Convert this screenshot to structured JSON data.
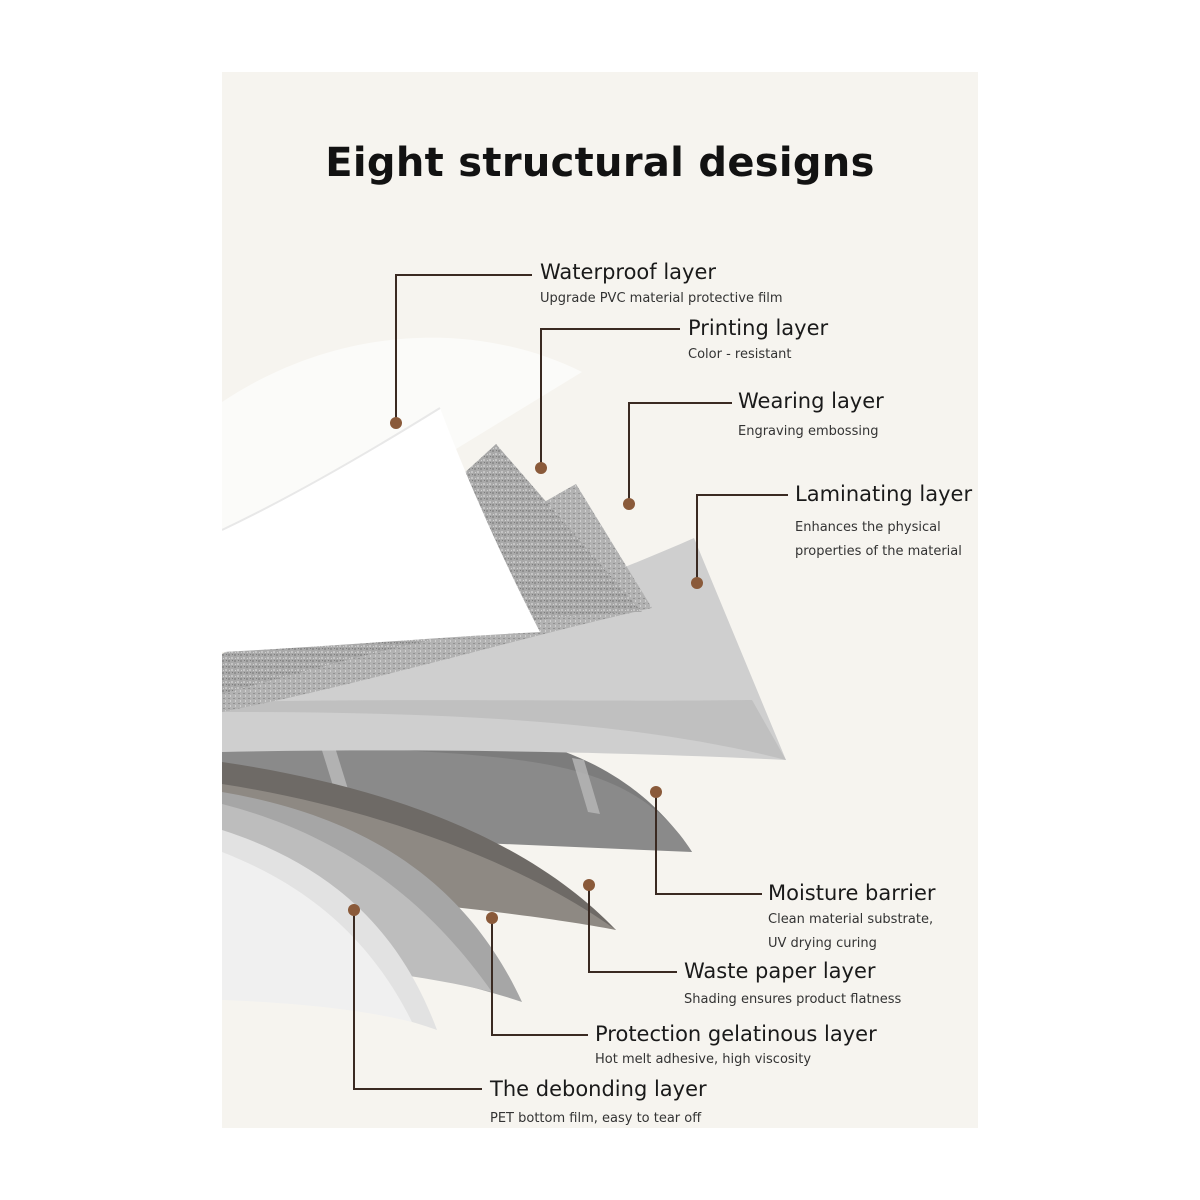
{
  "title": "Eight structural designs",
  "colors": {
    "background": "#f6f4ef",
    "leader_line": "#3a2a22",
    "marker": "#8a5a3a"
  },
  "layers": [
    {
      "name": "Waterproof layer",
      "description": [
        "Upgrade PVC material protective film"
      ]
    },
    {
      "name": "Printing layer",
      "description": [
        "Color - resistant"
      ]
    },
    {
      "name": "Wearing layer",
      "description": [
        "Engraving embossing"
      ]
    },
    {
      "name": "Laminating layer",
      "description": [
        "Enhances the physical",
        "properties of the material"
      ]
    },
    {
      "name": "Moisture barrier",
      "description": [
        "Clean material substrate,",
        "UV drying curing"
      ]
    },
    {
      "name": "Waste paper layer",
      "description": [
        "Shading ensures product flatness"
      ]
    },
    {
      "name": "Protection gelatinous layer",
      "description": [
        "Hot melt adhesive, high viscosity"
      ]
    },
    {
      "name": "The debonding layer",
      "description": [
        "PET bottom film, easy to tear off"
      ]
    }
  ]
}
